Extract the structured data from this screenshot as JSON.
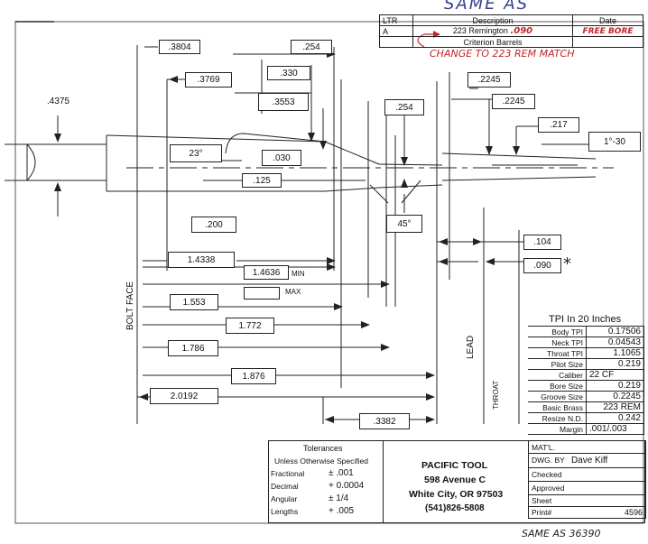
{
  "header": {
    "scribble_top": "SAME AS",
    "rev_table": {
      "col_ltr": "LTR",
      "col_desc": "Description",
      "col_date": "Date",
      "rev": "A",
      "desc_line1": "223 Remington",
      "desc_handwritten": ".090",
      "desc_line2": "Criterion Barrels",
      "date_handwritten": "FREE BORE"
    },
    "change_note": "CHANGE TO 223 REM MATCH"
  },
  "dims": {
    "d3804": ".3804",
    "d254a": ".254",
    "d3769": ".3769",
    "d330": ".330",
    "d3553": ".3553",
    "d4375": ".4375",
    "d254b": ".254",
    "d2245a": ".2245",
    "d2245b": ".2245",
    "d217": ".217",
    "d130": "1°-30",
    "d23": "23°",
    "d030": ".030",
    "d125": ".125",
    "d200": ".200",
    "d45": "45°",
    "d104": ".104",
    "d090": ".090",
    "star": "*",
    "d14338": "1.4338",
    "d14636": "1.4636",
    "min": "MIN",
    "max": "MAX",
    "d1553": "1.553",
    "d1772": "1.772",
    "d1786": "1.786",
    "d1876": "1.876",
    "d20192": "2.0192",
    "d3382": ".3382"
  },
  "labels": {
    "bolt_face": "BOLT FACE",
    "lead": "LEAD",
    "throat": "THROAT"
  },
  "spec": {
    "title": "TPI In 20 Inches",
    "rows": [
      {
        "label": "Body TPI",
        "value": "0.17506"
      },
      {
        "label": "Neck TPI",
        "value": "0.04543"
      },
      {
        "label": "Throat TPI",
        "value": "1.1065"
      },
      {
        "label": "Pilot Size",
        "value": "0.219"
      },
      {
        "label": "Caliber",
        "value": "22 CF"
      },
      {
        "label": "Bore Size",
        "value": "0.219"
      },
      {
        "label": "Groove Size",
        "value": "0.2245"
      },
      {
        "label": "Basic Brass",
        "value": "223 REM"
      },
      {
        "label": "Resize N.D.",
        "value": "0.242"
      },
      {
        "label": "Margin",
        "value": ".001/.003"
      }
    ]
  },
  "title_block": {
    "tol_title": "Tolerances",
    "tol_sub": "Unless Otherwise Specified",
    "tol": [
      {
        "label": "Fractional",
        "value": "± .001"
      },
      {
        "label": "Decimal",
        "value": "+ 0.0004"
      },
      {
        "label": "Angular",
        "value": "± 1/4"
      },
      {
        "label": "Lengths",
        "value": "+ .005"
      }
    ],
    "company": "PACIFIC TOOL",
    "address1": "598 Avenue C",
    "address2": "White City, OR 97503",
    "phone": "(541)826-5808",
    "matl": "MAT'L.",
    "dwg_by_label": "DWG. BY",
    "dwg_by_value": "Dave Kiff",
    "checked": "Checked",
    "approved": "Approved",
    "sheet": "Sheet",
    "print_label": "Print#",
    "print_value": "4596"
  },
  "footer_note": "SAME AS 36390"
}
